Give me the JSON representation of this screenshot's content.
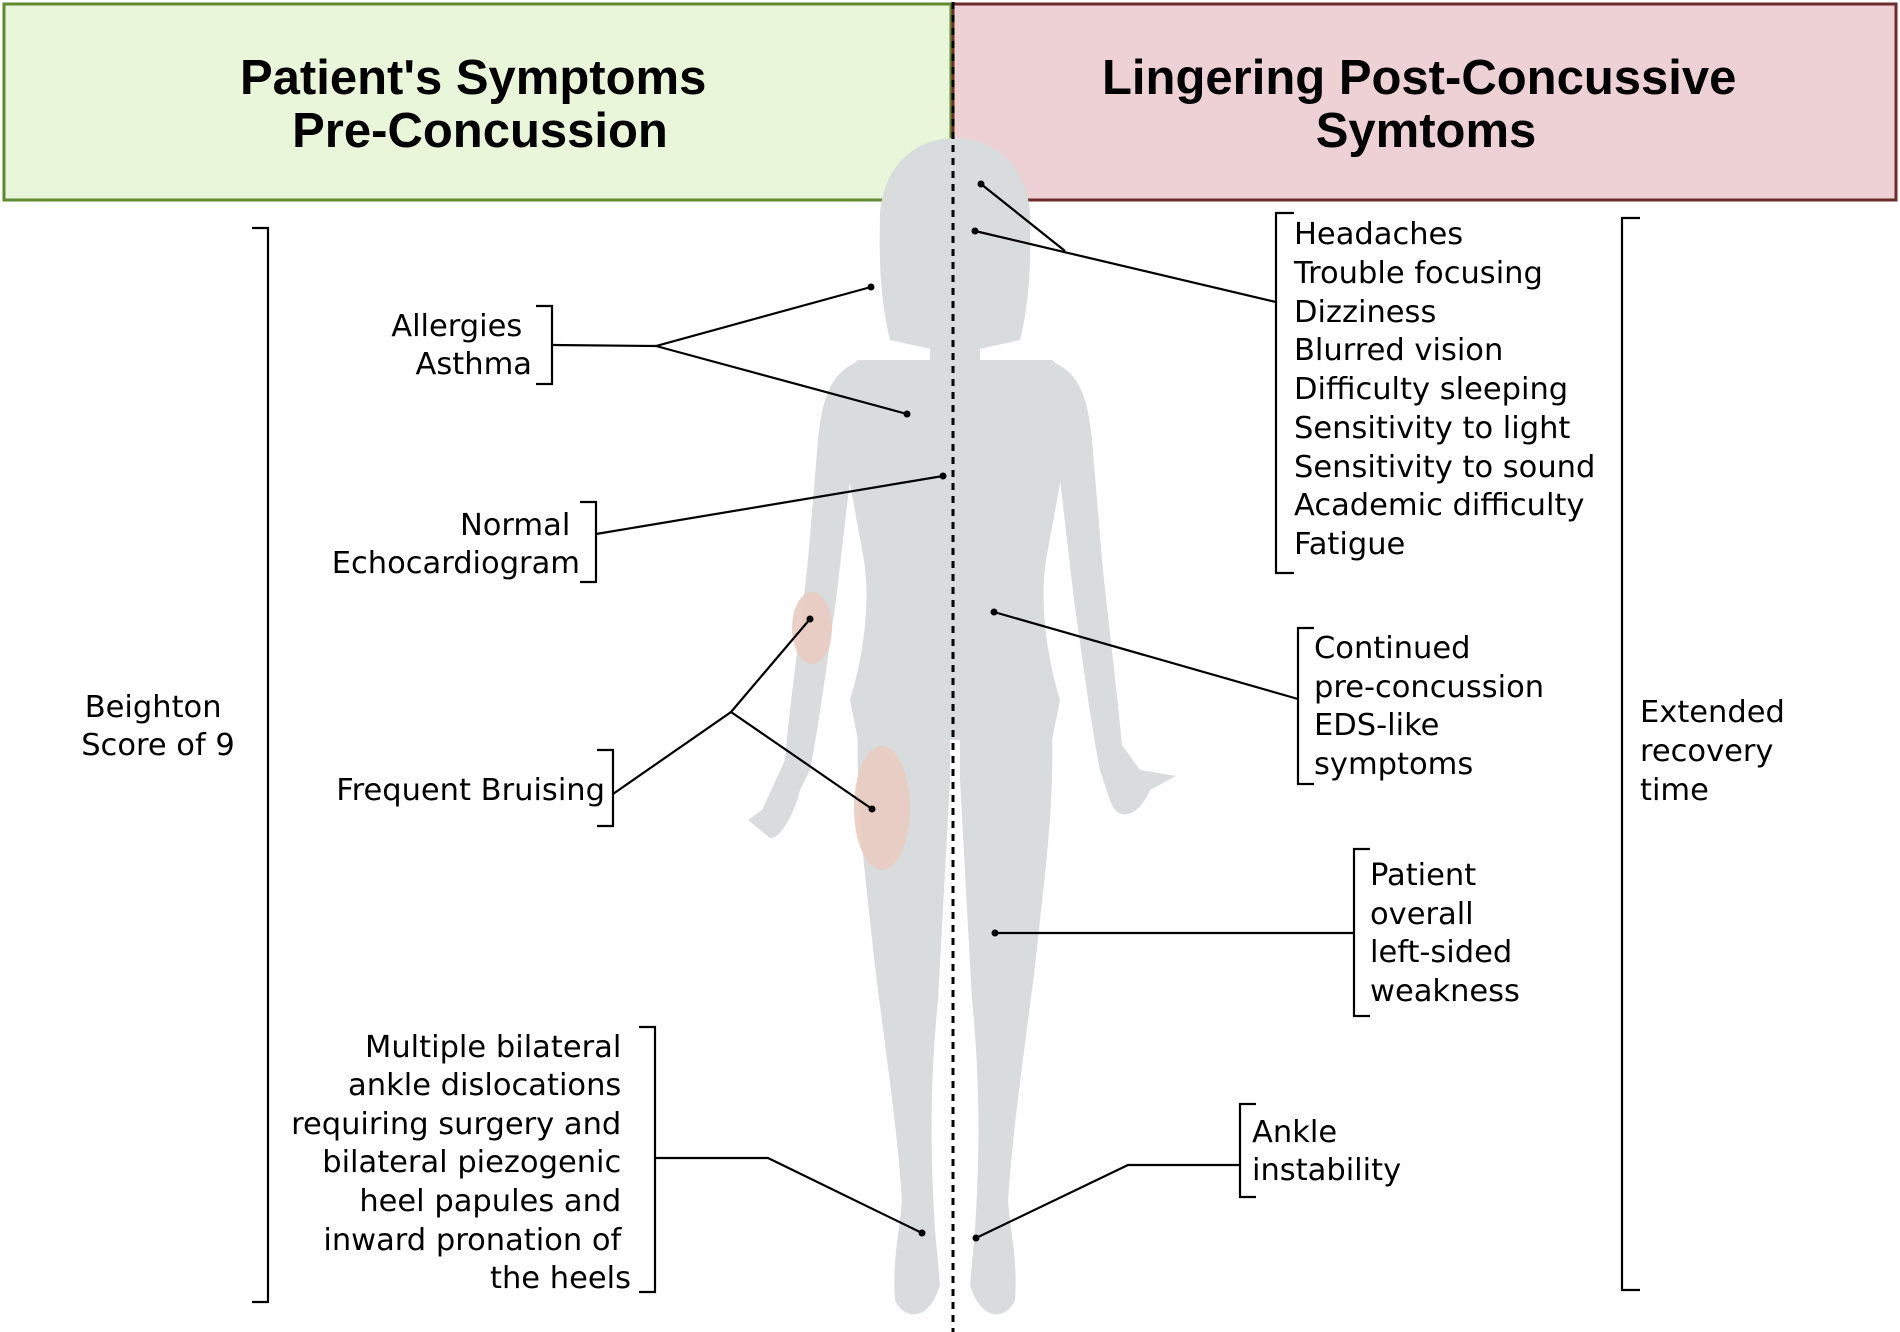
{
  "header_left": {
    "lines": [
      "Patient's Symptoms",
      "Pre-Concussion"
    ],
    "fill": "#eaf6d9",
    "border": "#5f8a2e"
  },
  "header_right": {
    "lines": [
      "Lingering Post-Concussive",
      "Symtoms"
    ],
    "fill": "#eed1d4",
    "border": "#6b2c2a"
  },
  "body_color": "#d8dcdc",
  "bruise_color": "#e9cbc0",
  "left": {
    "allergies": [
      "Allergies",
      "Asthma"
    ],
    "echo": [
      "Normal",
      "Echocardiogram"
    ],
    "bruising": [
      "Frequent Bruising"
    ],
    "beighton": [
      "Beighton",
      "Score of 9"
    ],
    "ankles": [
      "Multiple bilateral",
      "ankle dislocations",
      "requiring surgery and",
      "bilateral piezogenic",
      "heel papules and",
      "inward pronation of",
      "the heels"
    ]
  },
  "right": {
    "head_symptoms": [
      "Headaches",
      "Trouble focusing",
      "Dizziness",
      "Blurred vision",
      "Difficulty sleeping",
      "Sensitivity to light",
      "Sensitivity to sound",
      "Academic difficulty",
      "Fatigue"
    ],
    "eds": [
      "Continued",
      "pre-concussion",
      "EDS-like",
      "symptoms"
    ],
    "weakness": [
      "Patient",
      "overall",
      "left-sided",
      "weakness"
    ],
    "ankle": [
      "Ankle",
      "instability"
    ],
    "recovery": [
      "Extended",
      "recovery",
      "time"
    ]
  }
}
